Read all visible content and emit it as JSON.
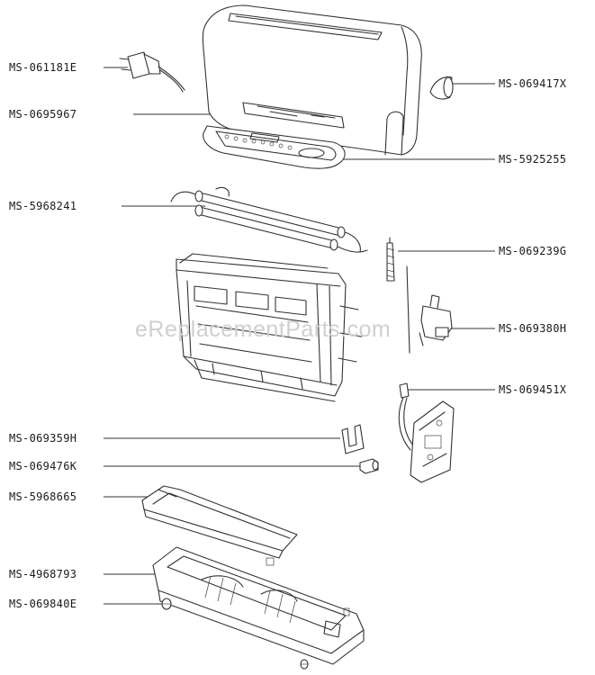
{
  "watermark": "eReplacementParts.com",
  "labels": {
    "cord": "MS-061181E",
    "housing": "MS-0695967",
    "control_panel": "MS-5925255",
    "heating_elements": "MS-5968241",
    "side_knob": "MS-069417X",
    "spring": "MS-069239G",
    "lever_assembly": "MS-069380H",
    "switch_board": "MS-069451X",
    "clip": "MS-069359H",
    "small_knob": "MS-069476K",
    "crumb_tray": "MS-5968665",
    "base": "MS-4968793",
    "foot": "MS-069840E"
  }
}
